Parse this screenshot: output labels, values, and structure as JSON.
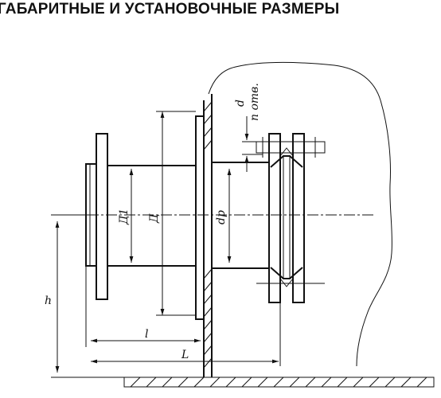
{
  "title": "ГАБАРИТНЫЕ И УСТАНОВОЧНЫЕ РАЗМЕРЫ",
  "labels": {
    "d": "d",
    "n_otv": "n отв.",
    "d1": "Д1",
    "d_big": "Д",
    "dp": "dр",
    "h": "h",
    "l_small": "l",
    "l_big": "L"
  }
}
